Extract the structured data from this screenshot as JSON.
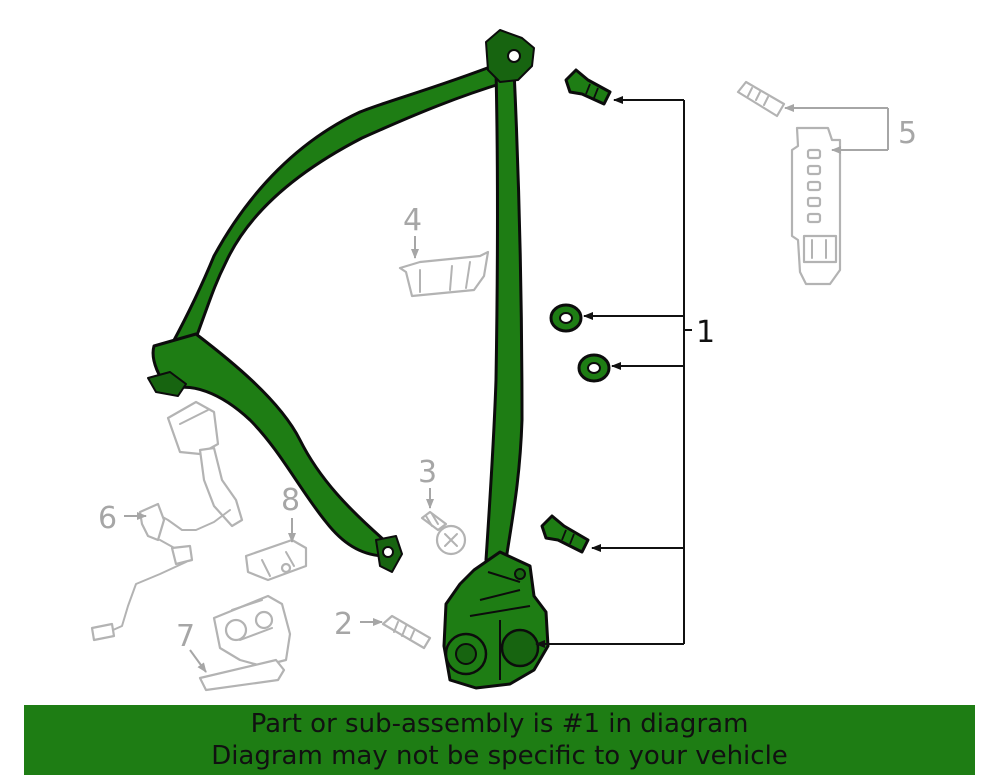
{
  "callouts": {
    "c1": "1",
    "c2": "2",
    "c3": "3",
    "c4": "4",
    "c5": "5",
    "c6": "6",
    "c7": "7",
    "c8": "8"
  },
  "banner": {
    "line1": "Part or sub-assembly is #1 in diagram",
    "line2": "Diagram may not be specific to your vehicle"
  },
  "colors": {
    "highlight": "#1e7d14",
    "ghost": "#b3b3b3",
    "ink": "#111111"
  }
}
